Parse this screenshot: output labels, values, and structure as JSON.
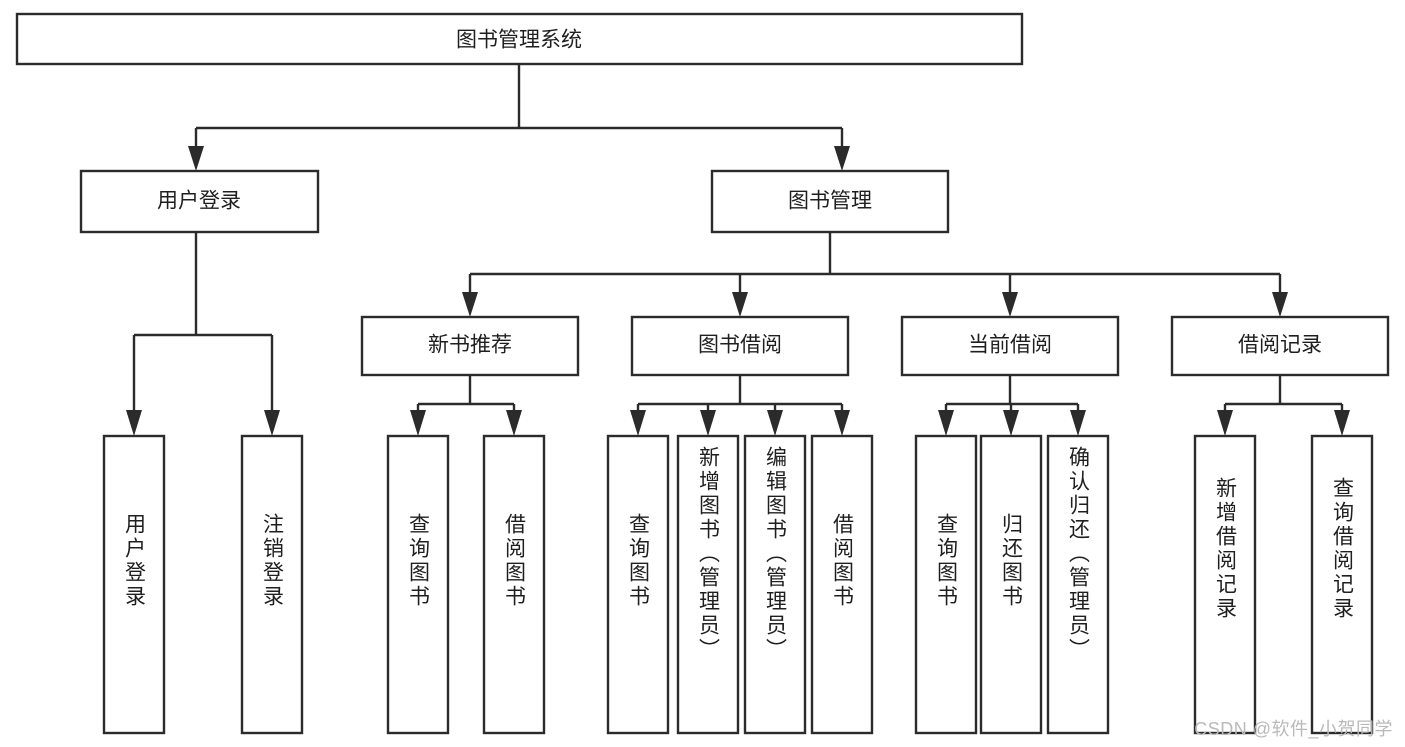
{
  "diagram": {
    "title": "图书管理系统",
    "type": "tree-hierarchy-chart",
    "watermark": "CSDN @软件_小贺同学",
    "colors": {
      "stroke": "#2b2b2b",
      "fill": "#ffffff",
      "text": "#1f1f1f",
      "watermark": "#b9b9b9"
    },
    "root": {
      "label": "图书管理系统"
    },
    "level2": [
      {
        "label": "用户登录"
      },
      {
        "label": "图书管理"
      }
    ],
    "level3": [
      {
        "label": "新书推荐"
      },
      {
        "label": "图书借阅"
      },
      {
        "label": "当前借阅"
      },
      {
        "label": "借阅记录"
      }
    ],
    "leaves": {
      "user_login": [
        {
          "label": "用户登录"
        },
        {
          "label": "注销登录"
        }
      ],
      "new_book_recommend": [
        {
          "label": "查询图书"
        },
        {
          "label": "借阅图书"
        }
      ],
      "book_borrow": [
        {
          "label": "查询图书"
        },
        {
          "label": "新增图书（管理员）"
        },
        {
          "label": "编辑图书（管理员）"
        },
        {
          "label": "借阅图书"
        }
      ],
      "current_borrow": [
        {
          "label": "查询图书"
        },
        {
          "label": "归还图书"
        },
        {
          "label": "确认归还（管理员）"
        }
      ],
      "borrow_record": [
        {
          "label": "新增借阅记录"
        },
        {
          "label": "查询借阅记录"
        }
      ]
    }
  }
}
